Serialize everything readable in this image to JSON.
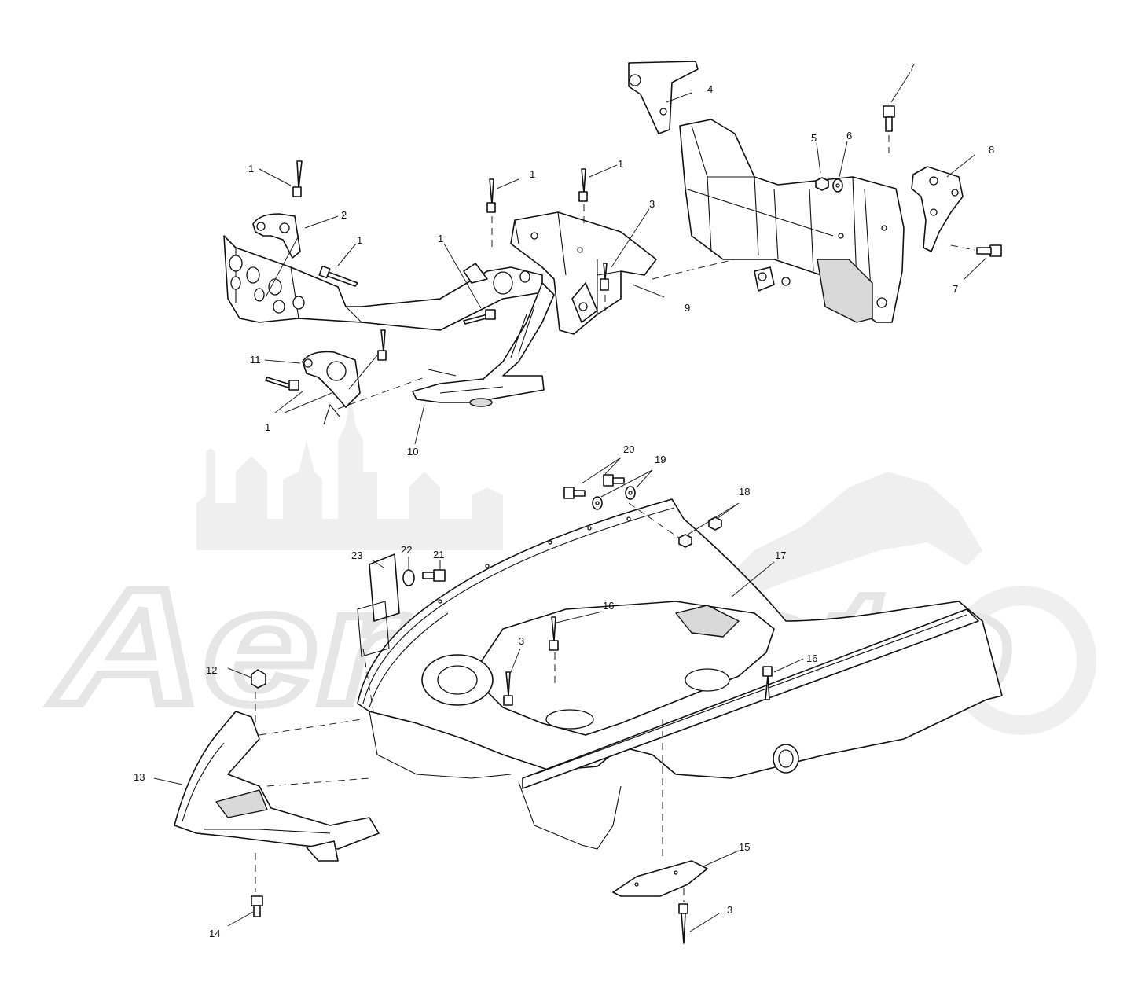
{
  "watermark": {
    "logo_text": "AeroMoto"
  },
  "colors": {
    "line": "#111111",
    "watermark": "#e6e6e6",
    "background": "#ffffff"
  },
  "callouts": [
    {
      "id": "c1a",
      "label": "1"
    },
    {
      "id": "c2",
      "label": "2"
    },
    {
      "id": "c1b",
      "label": "1"
    },
    {
      "id": "c1c",
      "label": "1"
    },
    {
      "id": "c1d",
      "label": "1"
    },
    {
      "id": "c1e",
      "label": "1"
    },
    {
      "id": "c3a",
      "label": "3"
    },
    {
      "id": "c4",
      "label": "4"
    },
    {
      "id": "c5",
      "label": "5"
    },
    {
      "id": "c6",
      "label": "6"
    },
    {
      "id": "c7a",
      "label": "7"
    },
    {
      "id": "c8",
      "label": "8"
    },
    {
      "id": "c7b",
      "label": "7"
    },
    {
      "id": "c9",
      "label": "9"
    },
    {
      "id": "c11",
      "label": "11"
    },
    {
      "id": "c1f",
      "label": "1"
    },
    {
      "id": "c10",
      "label": "10"
    },
    {
      "id": "c20",
      "label": "20"
    },
    {
      "id": "c19",
      "label": "19"
    },
    {
      "id": "c18",
      "label": "18"
    },
    {
      "id": "c17",
      "label": "17"
    },
    {
      "id": "c23",
      "label": "23"
    },
    {
      "id": "c22",
      "label": "22"
    },
    {
      "id": "c21",
      "label": "21"
    },
    {
      "id": "c16a",
      "label": "16"
    },
    {
      "id": "c16b",
      "label": "16"
    },
    {
      "id": "c3b",
      "label": "3"
    },
    {
      "id": "c12",
      "label": "12"
    },
    {
      "id": "c13",
      "label": "13"
    },
    {
      "id": "c15",
      "label": "15"
    },
    {
      "id": "c3c",
      "label": "3"
    },
    {
      "id": "c14",
      "label": "14"
    }
  ]
}
